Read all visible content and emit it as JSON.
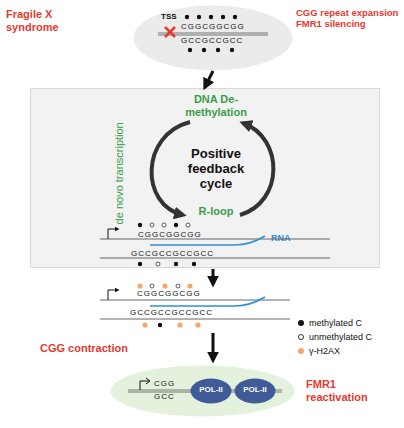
{
  "diagram": {
    "nodes": [
      {
        "text": [
          "TSS",
          "CGGCGGCGG",
          "GCCGCCGCC"
        ]
      },
      {
        "text": [
          "DNA De-methylation",
          "de novo transcription",
          "Positive feedback cycle",
          "R-loop",
          "CGGCGGCGG",
          "RNA",
          "GCCGCCGCCGCC"
        ]
      },
      {
        "text": [
          "CGG",
          "GCC"
        ]
      },
      {
        "text": [
          "POL-II"
        ],
        "in": 2
      },
      {
        "text": [
          "POL-II"
        ],
        "in": 2
      }
    ],
    "edges": [
      {
        "from": 0,
        "to": 1,
        "arrow": "to"
      }
    ],
    "labels": [
      "Fragile X syndrome",
      "CGG repeat expansion FMR1 silencing",
      "CGGCGGCGG",
      "GCCGCCGCCGCC",
      "CGG contraction",
      "FMR1 reactivation"
    ],
    "legend": [
      {
        "text": "methylated C",
        "color": "#111111"
      },
      {
        "text": "unmethylated C"
      },
      {
        "text": "γ-H2AX",
        "color": "#f4a96b"
      }
    ]
  }
}
